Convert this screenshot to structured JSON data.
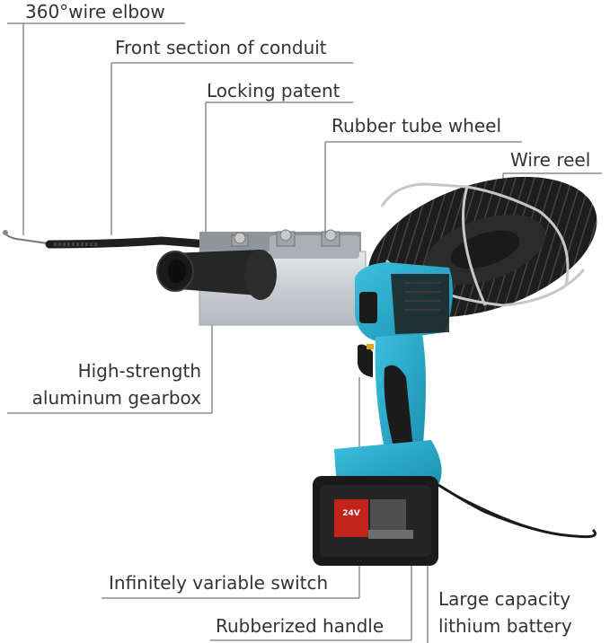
{
  "labels": {
    "wire_elbow": "360°wire elbow",
    "front_conduit": "Front section of conduit",
    "locking_patent": "Locking patent",
    "rubber_wheel": "Rubber tube wheel",
    "wire_reel": "Wire reel",
    "gearbox_line1": "High-strength",
    "gearbox_line2": "aluminum gearbox",
    "switch": "Infinitely variable switch",
    "handle": "Rubberized handle",
    "battery_line1": "Large capacity",
    "battery_line2": "lithium battery"
  },
  "battery_badge": "24V",
  "colors": {
    "tool_body": "#2aa9c9",
    "tool_dark": "#1b1b1b",
    "gearbox": "#cfd3d6",
    "battery_red": "#c0241b",
    "leader_line": "#555555"
  }
}
